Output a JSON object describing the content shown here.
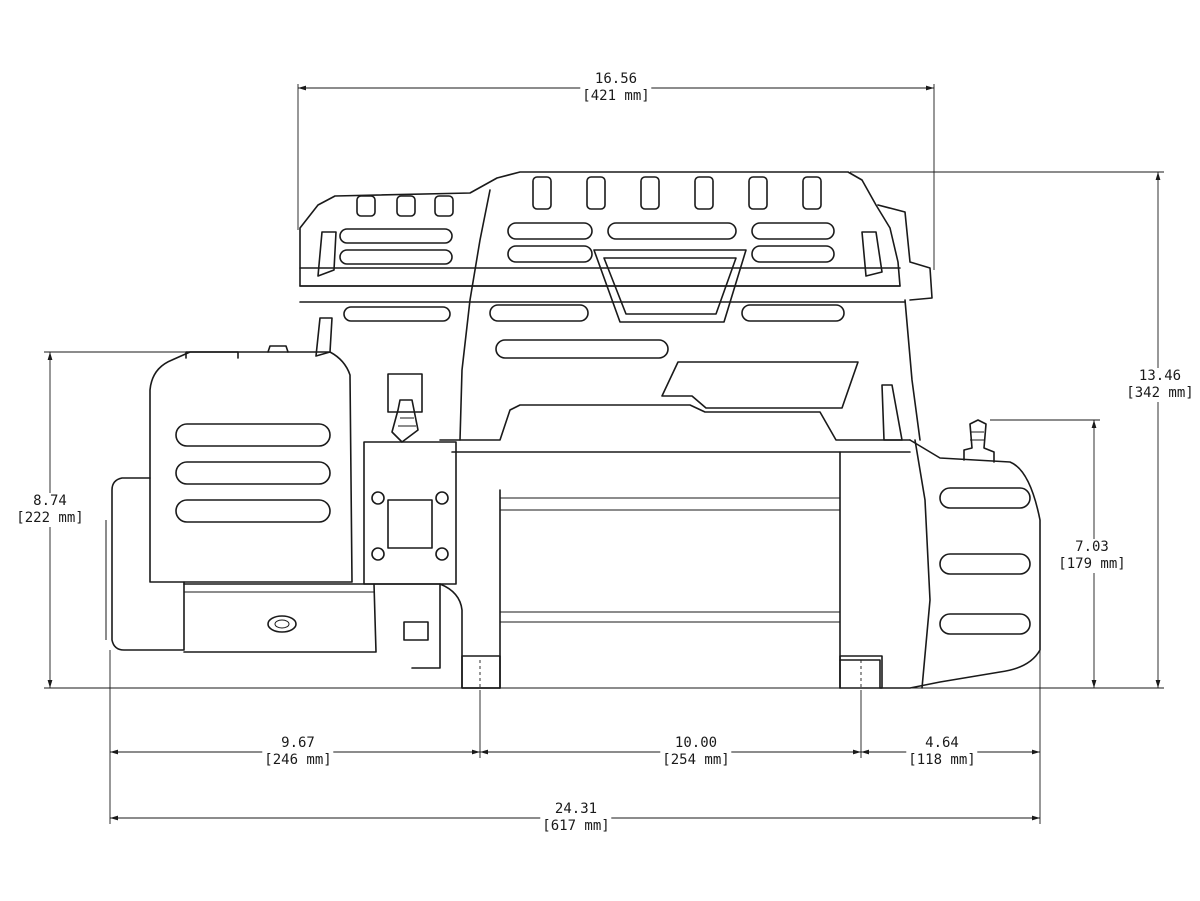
{
  "dimensions": {
    "overall_top": {
      "inches": "16.56",
      "mm": "[421 mm]"
    },
    "height_right": {
      "inches": "13.46",
      "mm": "[342 mm]"
    },
    "height_left": {
      "inches": "8.74",
      "mm": "[222 mm]"
    },
    "height_drum": {
      "inches": "7.03",
      "mm": "[179 mm]"
    },
    "motor_to_foot": {
      "inches": "9.67",
      "mm": "[246 mm]"
    },
    "foot_to_foot": {
      "inches": "10.00",
      "mm": "[254 mm]"
    },
    "foot_to_end": {
      "inches": "4.64",
      "mm": "[118 mm]"
    },
    "overall_length": {
      "inches": "24.31",
      "mm": "[617 mm]"
    }
  },
  "colors": {
    "line": "#1a1a1a",
    "background": "#ffffff"
  }
}
